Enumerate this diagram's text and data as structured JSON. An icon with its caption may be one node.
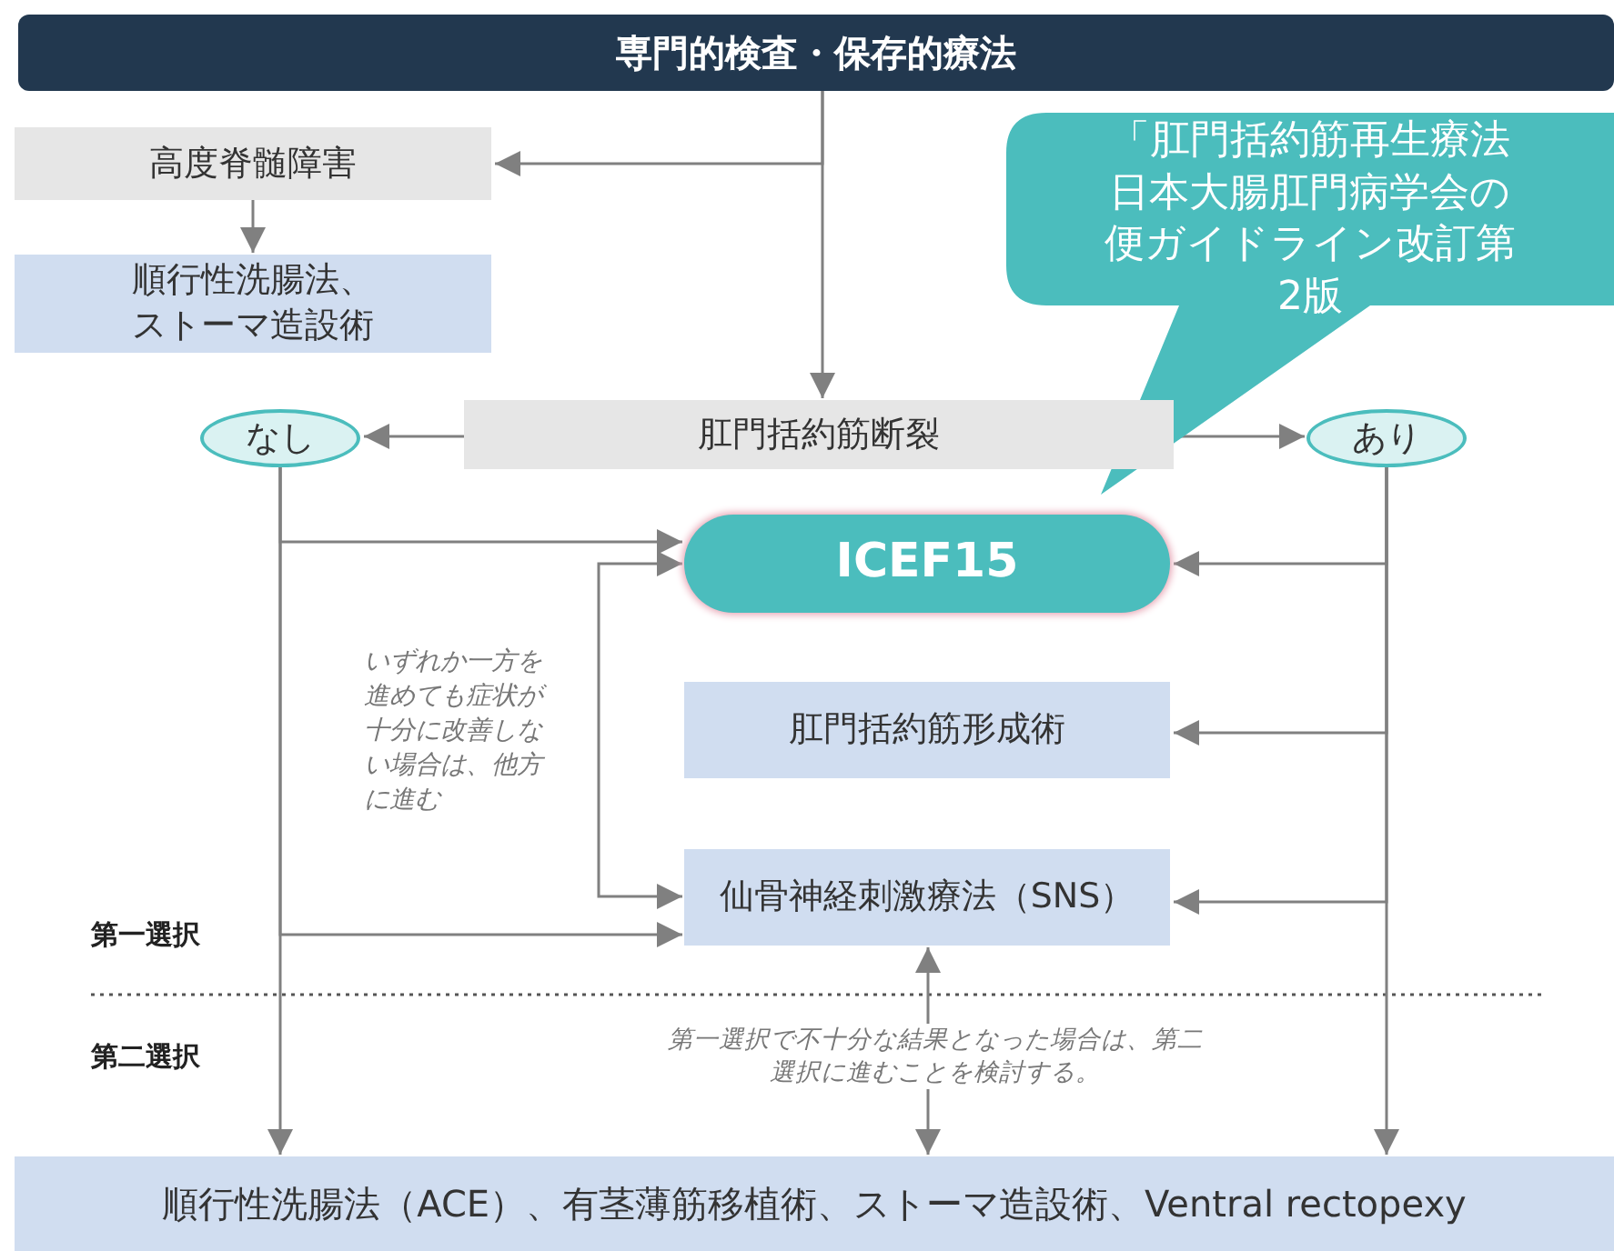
{
  "diagram": {
    "nodes": [
      {
        "text": [
          "専門的検査・保存的療法"
        ]
      },
      {
        "text": [
          "高度脊髄障害"
        ]
      },
      {
        "text": [
          "順行性洗腸法、ストーマ造設術"
        ]
      },
      {
        "text": [
          "「肛門括約筋再生療法日本大腸肛門病学会の便ガイドライン改訂第2版"
        ]
      },
      {
        "text": [
          "肛門括約筋断裂"
        ]
      },
      {
        "text": [
          "なし"
        ]
      },
      {
        "text": [
          "あり"
        ]
      },
      {
        "text": [
          "ICEF15"
        ]
      },
      {
        "text": [
          "肛門括約筋形成術"
        ]
      },
      {
        "text": [
          "仙骨神経刺激療法（SNS）"
        ]
      },
      {
        "text": [
          "順行性洗腸法（ACE）、有茎薄筋移植術、ストーマ造設術、Ventral rectopexy"
        ]
      }
    ],
    "edges": [
      {
        "from": 0,
        "to": 1,
        "arrow": "to"
      },
      {
        "from": 0,
        "to": 4,
        "arrow": "to"
      },
      {
        "from": 1,
        "to": 2,
        "arrow": "to"
      },
      {
        "from": 4,
        "to": 5,
        "arrow": "to"
      },
      {
        "from": 4,
        "to": 6,
        "arrow": "to"
      },
      {
        "from": 5,
        "to": 7,
        "arrow": "to"
      },
      {
        "from": 5,
        "to": 9,
        "arrow": "to"
      },
      {
        "from": 5,
        "to": 10,
        "arrow": "to"
      },
      {
        "from": 6,
        "to": 7,
        "arrow": "to"
      },
      {
        "from": 6,
        "to": 8,
        "arrow": "to"
      },
      {
        "from": 6,
        "to": 9,
        "arrow": "to"
      },
      {
        "from": 6,
        "to": 10,
        "arrow": "to"
      },
      {
        "from": 7,
        "to": 9,
        "arrow": "both"
      },
      {
        "from": 9,
        "to": 10,
        "arrow": "both"
      }
    ],
    "labels": [
      "いずれか一方を進めても症状が十分に改善しない場合は、他方に進む",
      "第一選択",
      "第二選択",
      "第一選択で不十分な結果となった場合は、第二選択に進むことを検討する。"
    ]
  }
}
